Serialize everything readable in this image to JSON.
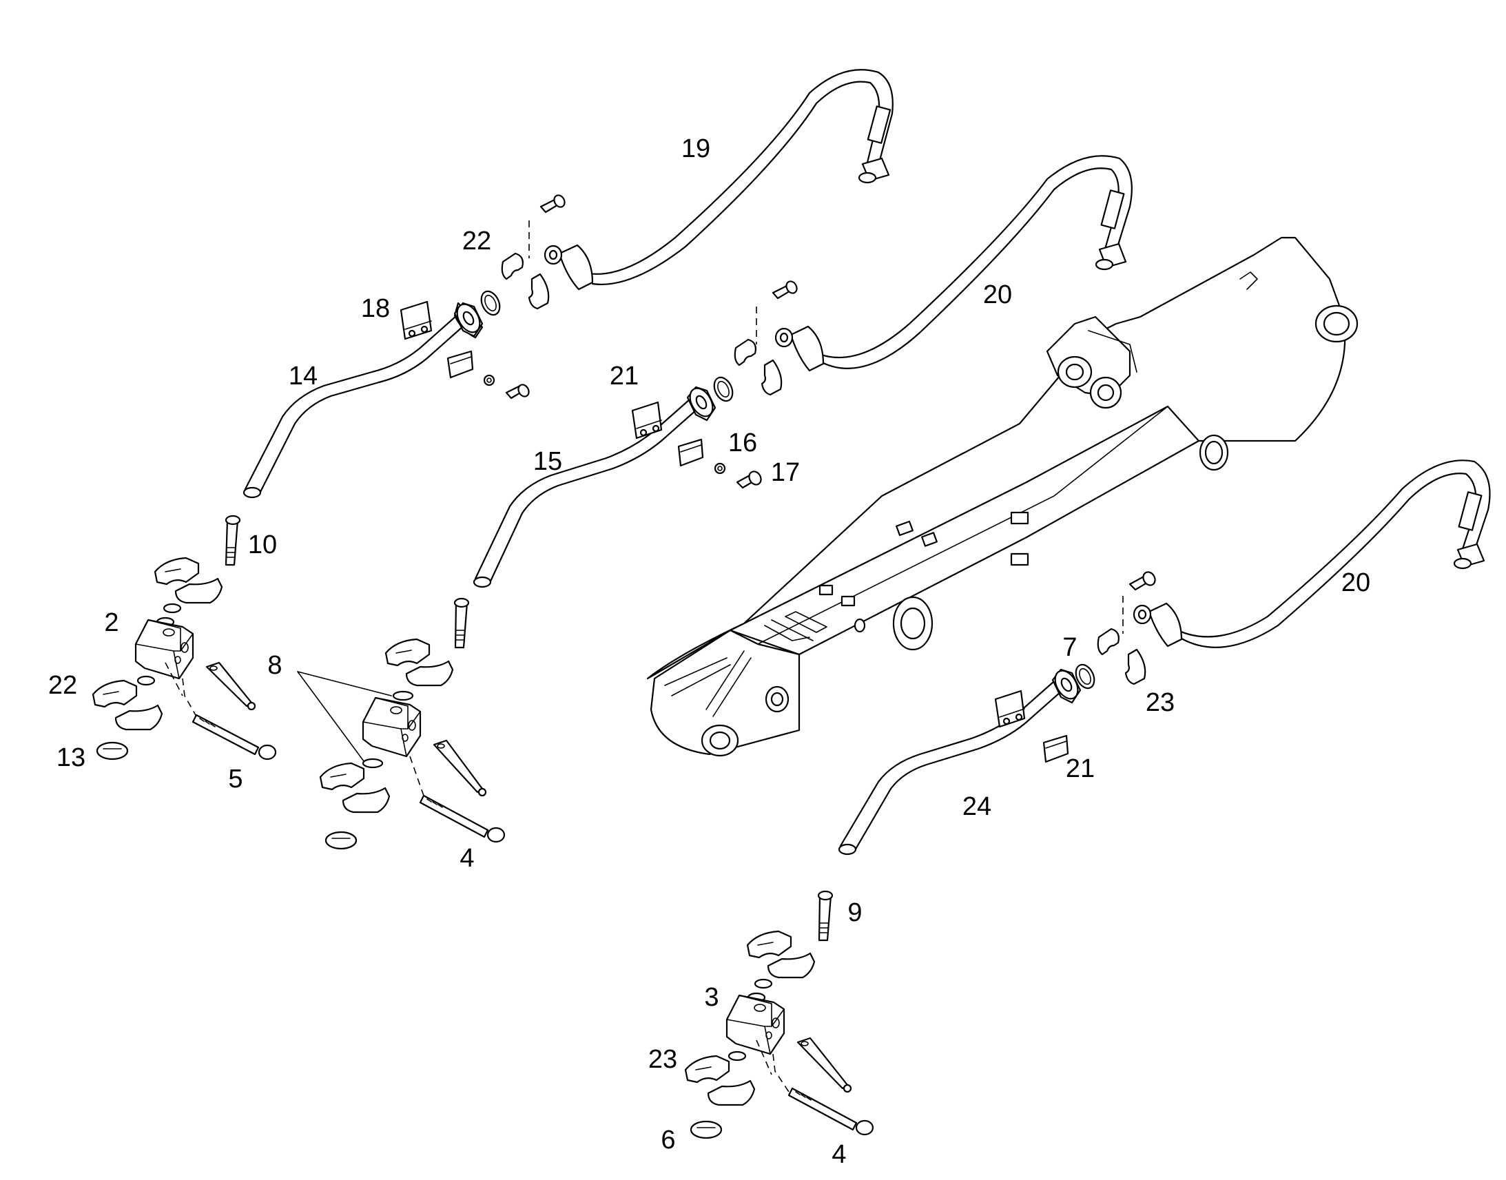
{
  "part_labels": {
    "p19": "19",
    "p22_top": "22",
    "p18": "18",
    "p14": "14",
    "p20_top": "20",
    "p21_top": "21",
    "p15": "15",
    "p16": "16",
    "p17": "17",
    "p10": "10",
    "p2": "2",
    "p22_left": "22",
    "p13": "13",
    "p5": "5",
    "p8": "8",
    "p4_mid": "4",
    "p20_right": "20",
    "p7": "7",
    "p23_right": "23",
    "p21_right": "21",
    "p24": "24",
    "p9": "9",
    "p3": "3",
    "p23_left": "23",
    "p6": "6",
    "p4_bottom": "4"
  }
}
